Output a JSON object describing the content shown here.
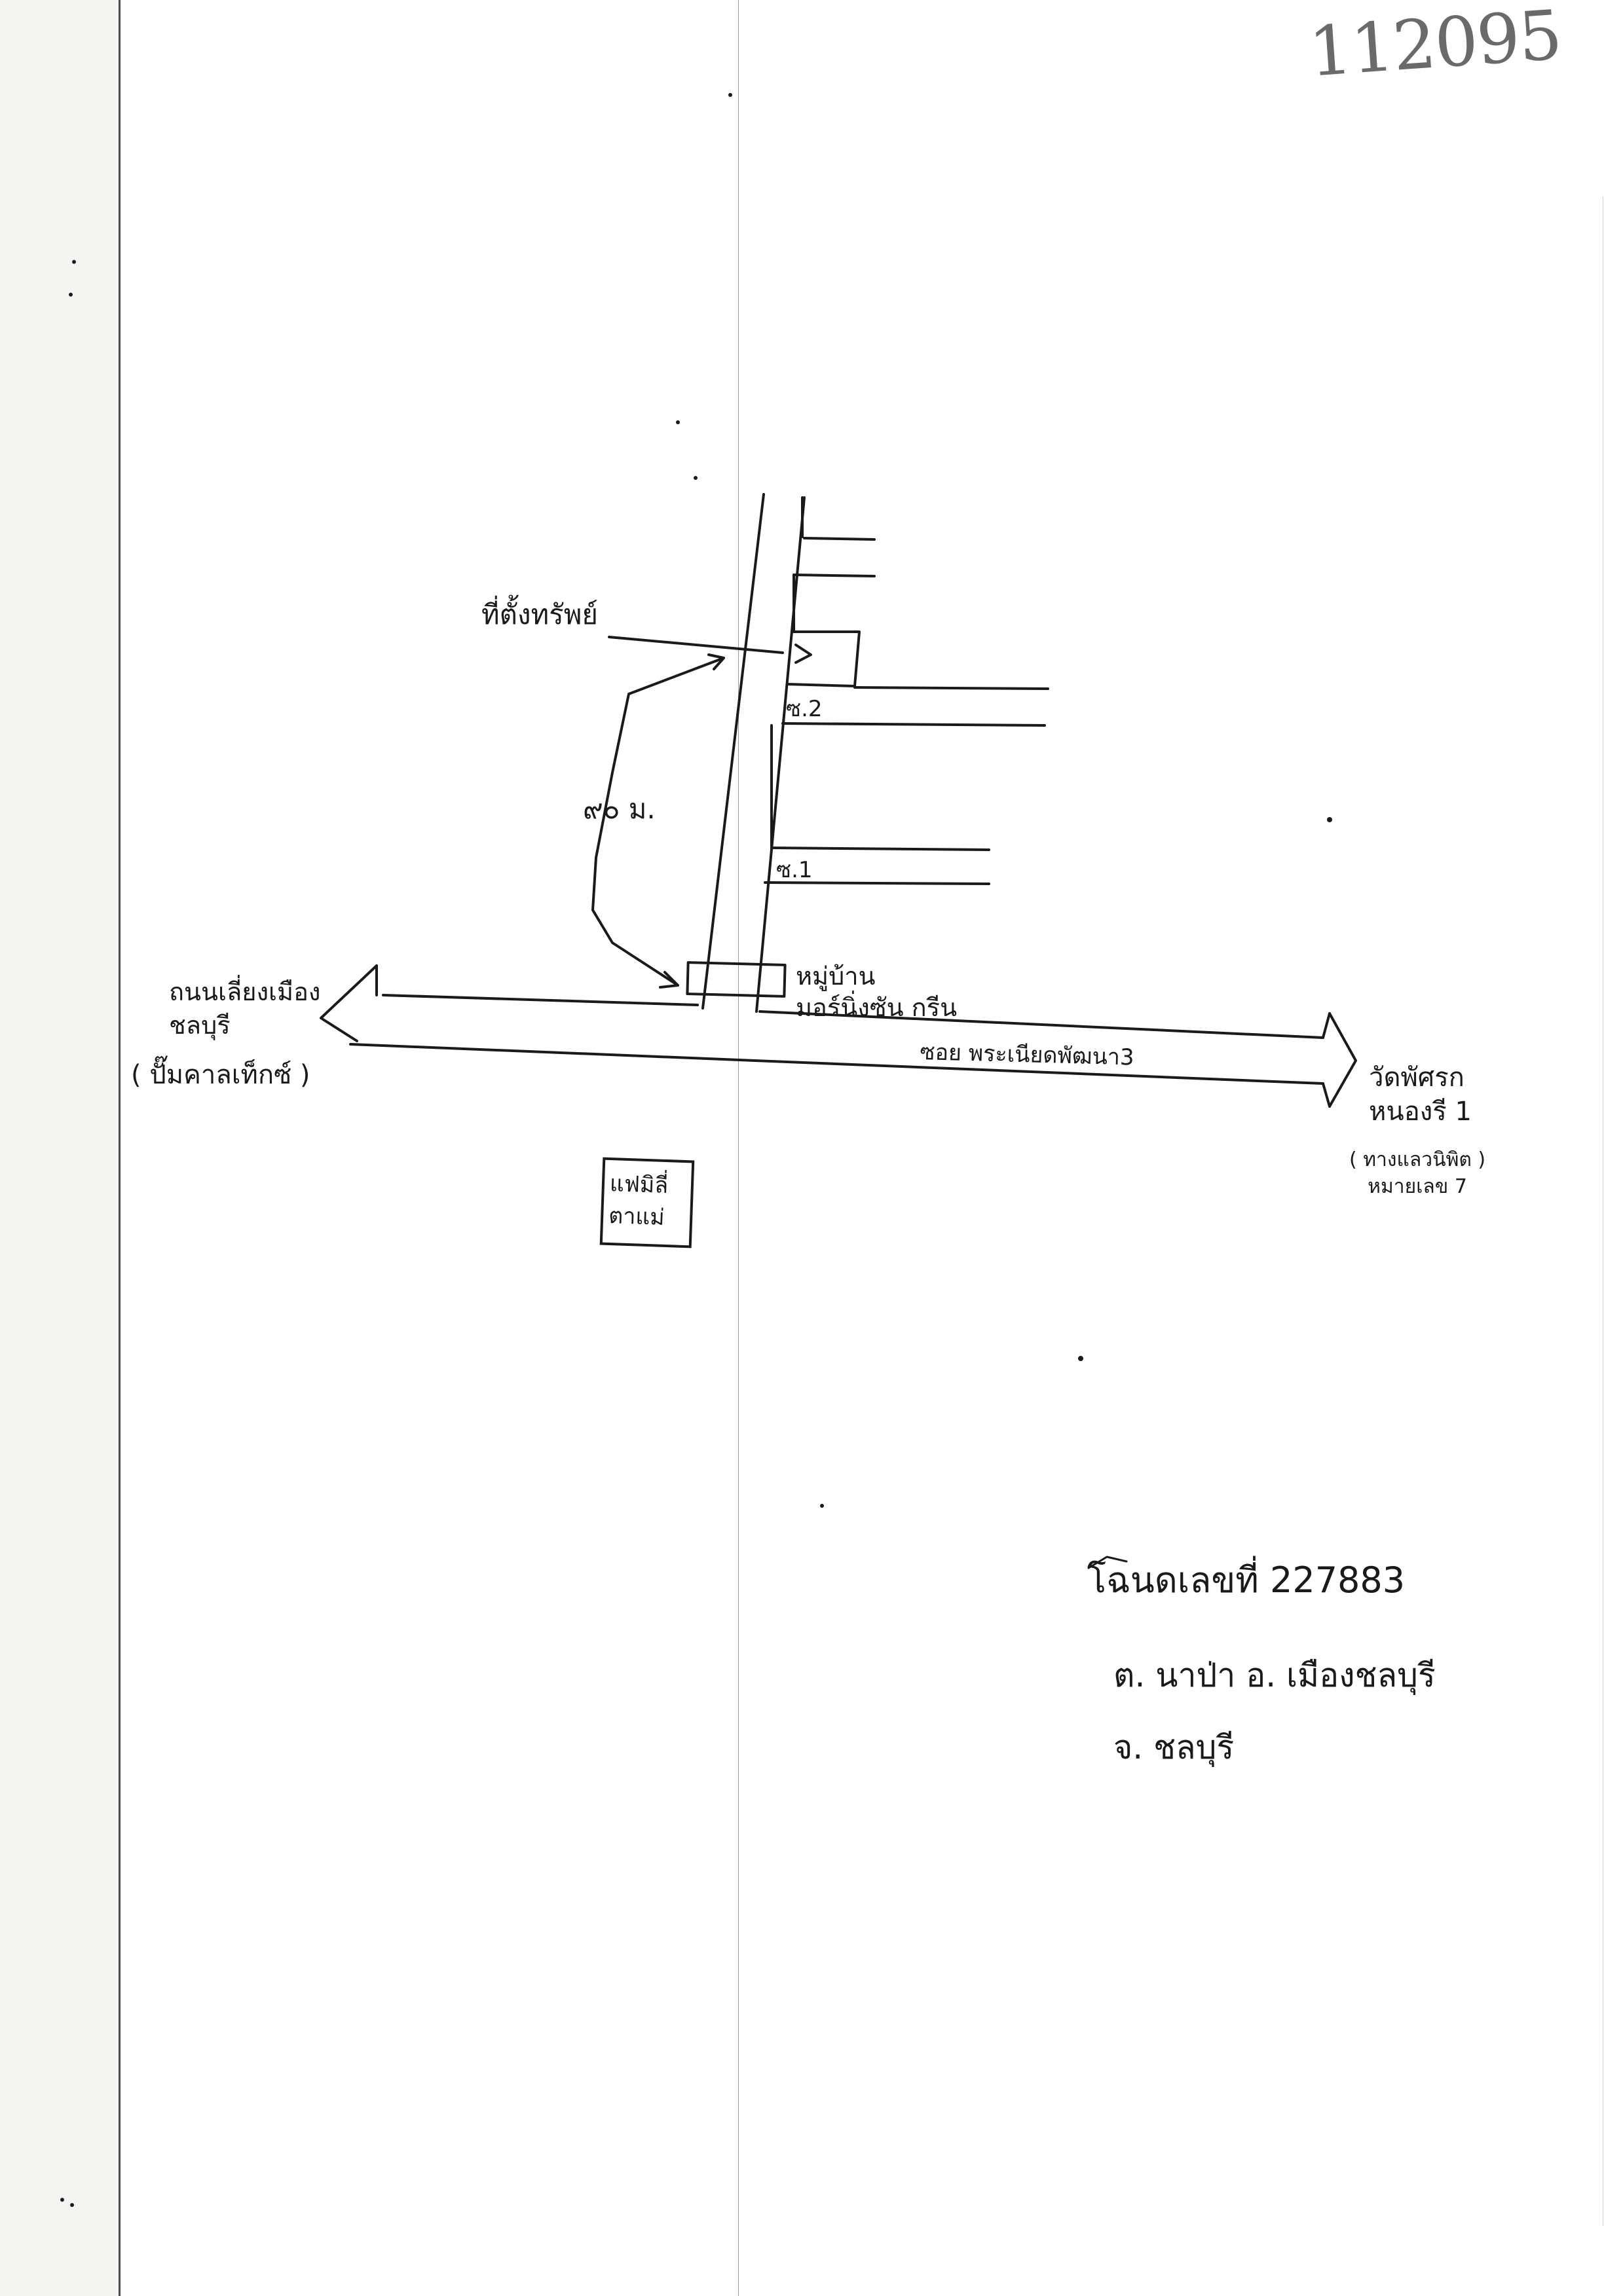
{
  "document": {
    "number": "112095"
  },
  "map": {
    "property_label": "ที่ตั้งทรัพย์",
    "distance_label": "๙๐ ม.",
    "soi_2_label": "ซ.2",
    "soi_1_label": "ซ.1",
    "village_label": {
      "line1": "หมู่บ้าน",
      "line2": "มอร์นิ่งซัน กรีน"
    },
    "left_destination": {
      "line1": "ถนนเลี่ยงเมือง",
      "line2": "ชลบุรี",
      "note": "( ปั๊มคาลเท็กซ์ )"
    },
    "main_road_label": "ซอย พระเนียดพัฒนา3",
    "right_destination": {
      "line1": "วัดพัศรก",
      "line2": "หนองรี 1",
      "note_line1": "( ทางแลวนิพิต )",
      "note_line2": "หมายเลข 7"
    },
    "landmark": {
      "line1": "แฟมิลี่",
      "line2": "ตาแม่"
    }
  },
  "deed": {
    "title": "โฉนดเลขที่ 227883",
    "subdistrict_district": "ต. นาป่า  อ. เมืองชลบุรี",
    "province": "จ. ชลบุรี"
  },
  "colors": {
    "ink": "#1a1a1a",
    "pencil": "#6a6a6a",
    "paper": "#ffffff"
  }
}
